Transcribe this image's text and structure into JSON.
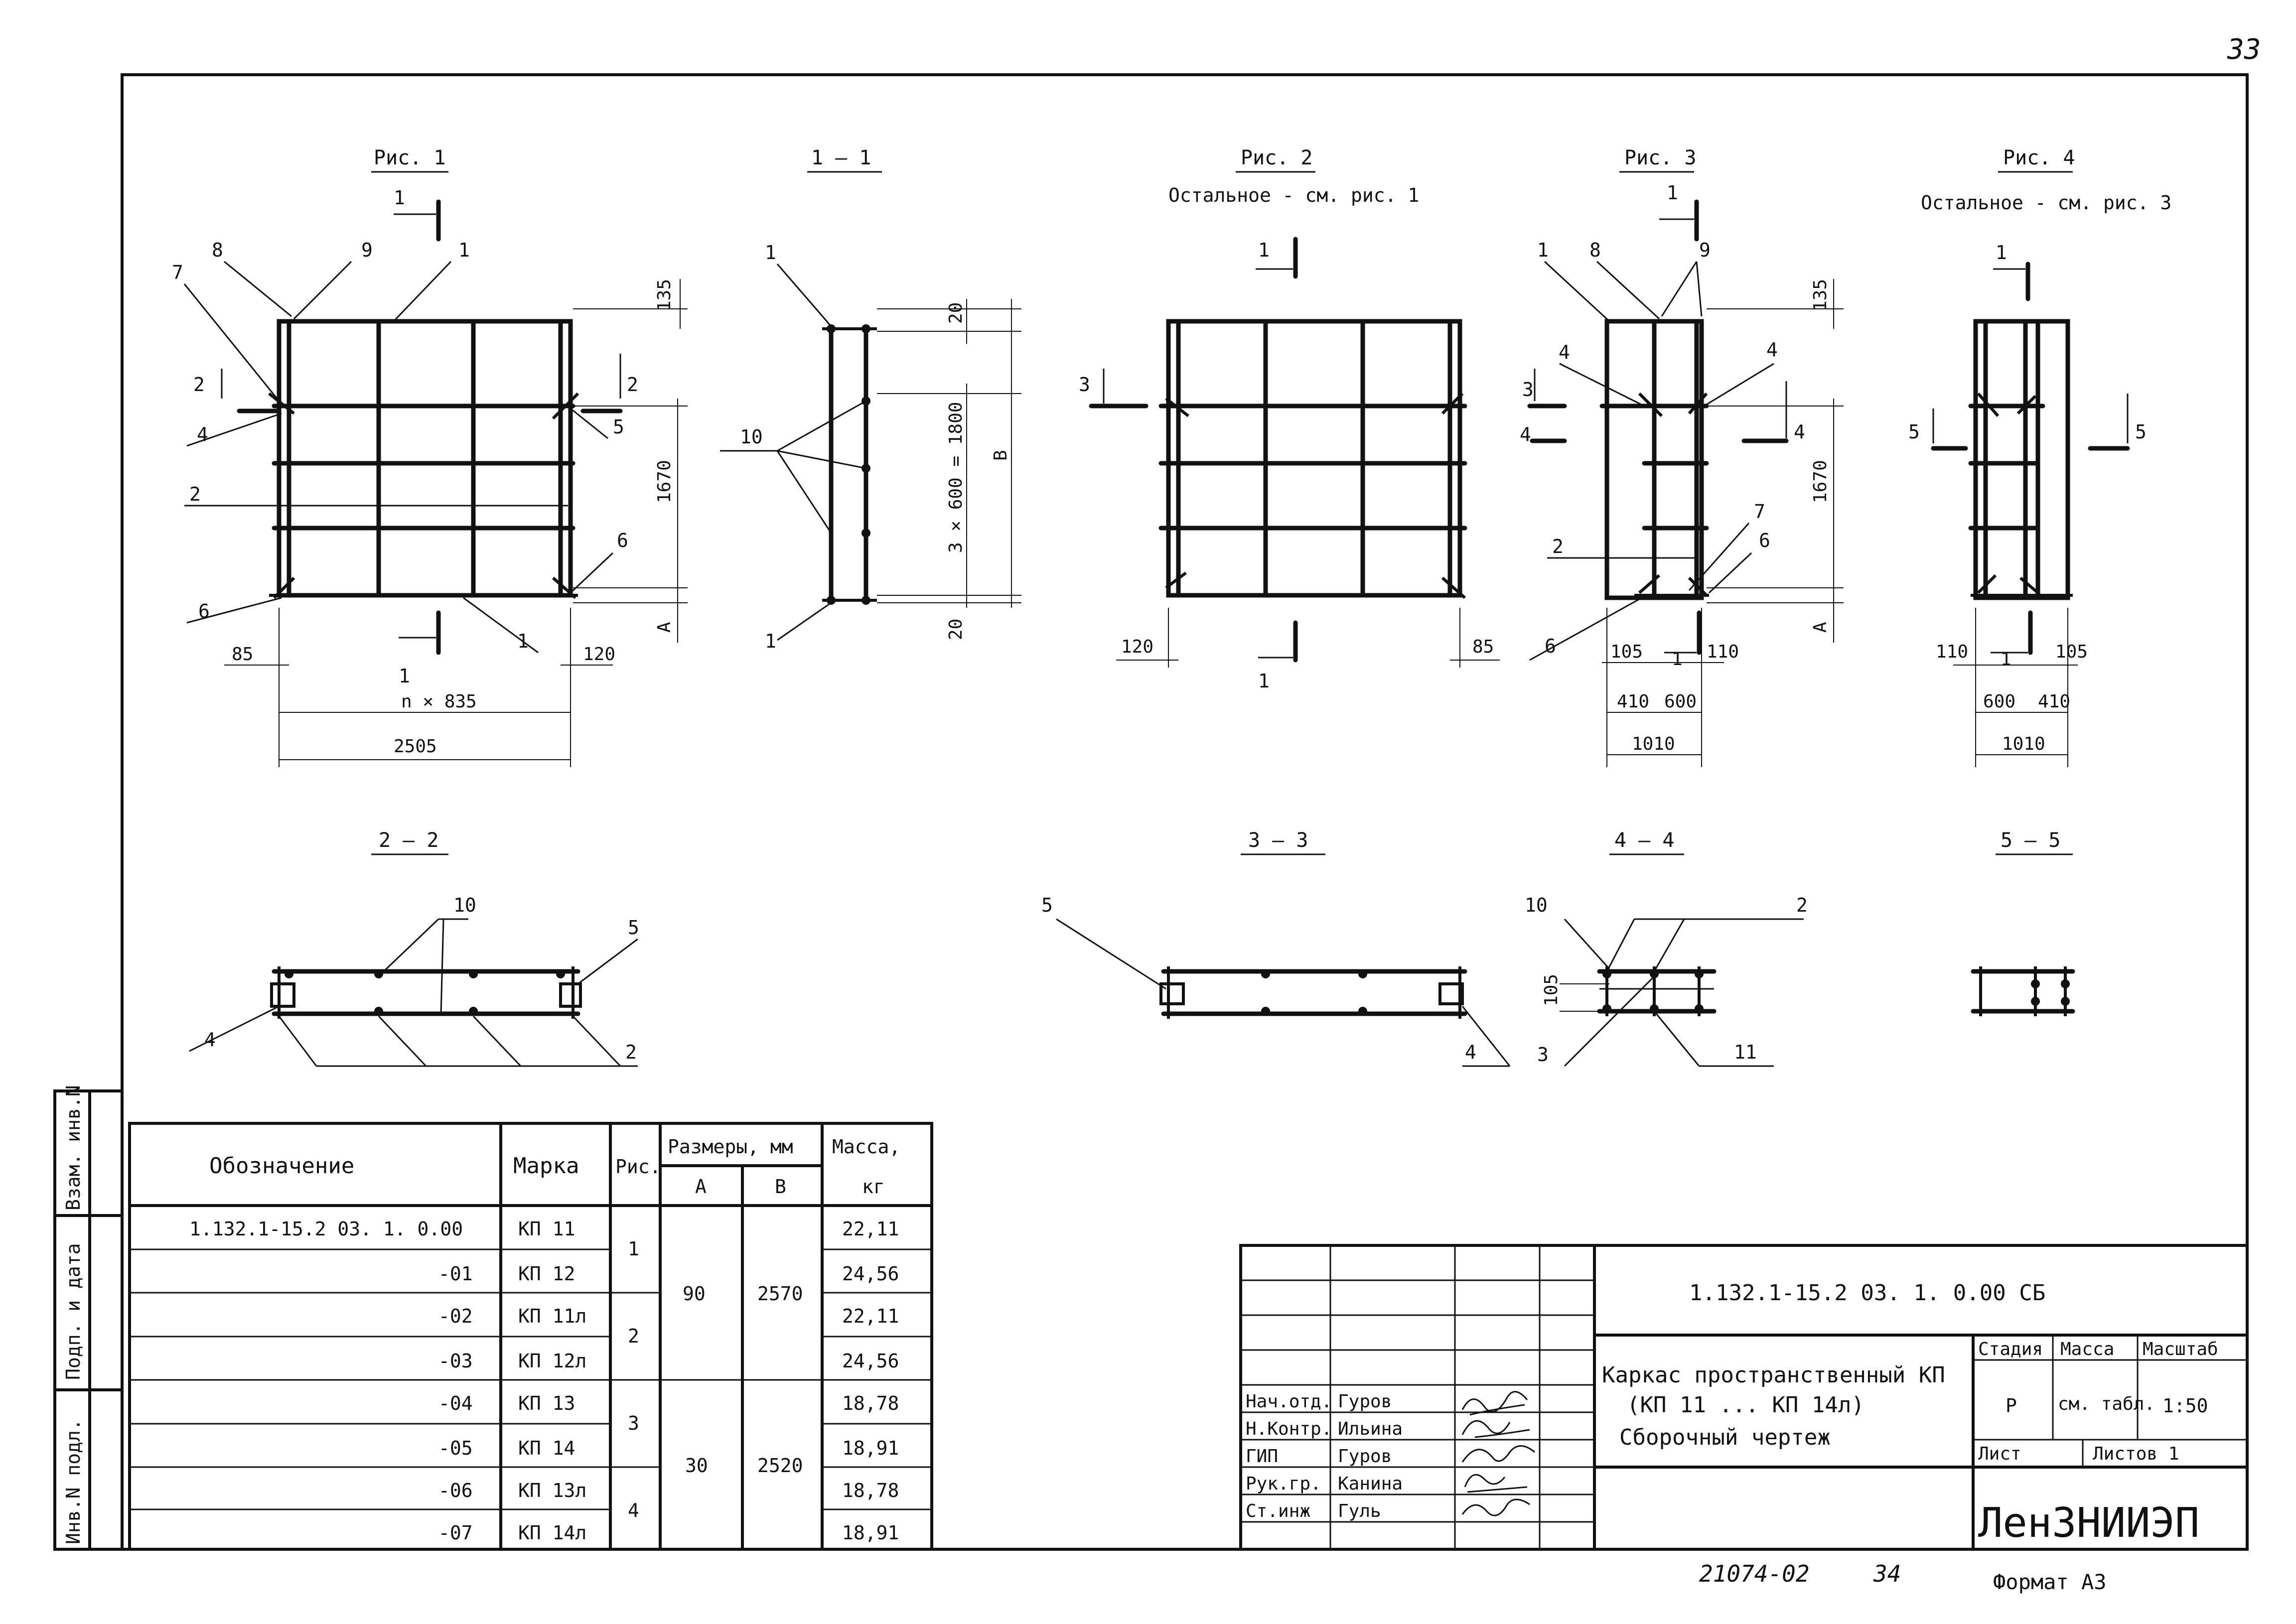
{
  "page_number": "33",
  "figures": {
    "fig1": {
      "title": "Рис. 1",
      "callouts": [
        "8",
        "9",
        "1",
        "7",
        "2",
        "4",
        "5",
        "2",
        "6",
        "6",
        "1",
        "2"
      ],
      "dims": [
        "135",
        "1670",
        "A",
        "85",
        "120",
        "n × 835",
        "2505"
      ],
      "section_mark": "1"
    },
    "sec11": {
      "title": "1 — 1",
      "callouts": [
        "1",
        "10",
        "1"
      ],
      "dims": [
        "20",
        "3 × 600 = 1800",
        "B",
        "20"
      ]
    },
    "fig2": {
      "title": "Рис. 2",
      "subtitle": "Остальное - см. рис. 1",
      "callouts": [
        "3",
        "1",
        "1"
      ],
      "dims": [
        "120",
        "85"
      ]
    },
    "fig3": {
      "title": "Рис. 3",
      "callouts": [
        "1",
        "8",
        "9",
        "1",
        "4",
        "4",
        "3",
        "4",
        "4",
        "2",
        "7",
        "6",
        "6"
      ],
      "dims": [
        "135",
        "1670",
        "A",
        "105",
        "1",
        "110",
        "410",
        "600",
        "1010"
      ]
    },
    "fig4": {
      "title": "Рис. 4",
      "subtitle": "Остальное - см. рис. 3",
      "callouts": [
        "1",
        "5",
        "5"
      ],
      "dims": [
        "110",
        "1",
        "105",
        "600",
        "410",
        "1010"
      ]
    },
    "sec22": {
      "title": "2 — 2",
      "callouts": [
        "10",
        "5",
        "4",
        "2"
      ]
    },
    "sec33": {
      "title": "3 — 3",
      "callouts": [
        "5",
        "4"
      ]
    },
    "sec44": {
      "title": "4 — 4",
      "callouts": [
        "10",
        "2",
        "105",
        "3",
        "11"
      ]
    },
    "sec55": {
      "title": "5 — 5"
    }
  },
  "side_stamps": [
    "Взам. инв.N",
    "Подп. и дата",
    "Инв.N подл."
  ],
  "spec_table": {
    "headers": {
      "designation": "Обозначение",
      "mark": "Марка",
      "fig": "Рис.",
      "sizes": "Размеры, мм",
      "a": "A",
      "b": "B",
      "mass": "Масса,",
      "mass_unit": "кг"
    },
    "rows": [
      {
        "designation": "1.132.1-15.2 03. 1. 0.00",
        "mark": "КП 11",
        "fig": "1",
        "a": "90",
        "b": "2570",
        "mass": "22,11"
      },
      {
        "designation": "-01",
        "mark": "КП 12",
        "fig": "",
        "a": "",
        "b": "",
        "mass": "24,56"
      },
      {
        "designation": "-02",
        "mark": "КП 11л",
        "fig": "2",
        "a": "",
        "b": "",
        "mass": "22,11"
      },
      {
        "designation": "-03",
        "mark": "КП 12л",
        "fig": "",
        "a": "",
        "b": "",
        "mass": "24,56"
      },
      {
        "designation": "-04",
        "mark": "КП 13",
        "fig": "3",
        "a": "30",
        "b": "2520",
        "mass": "18,78"
      },
      {
        "designation": "-05",
        "mark": "КП 14",
        "fig": "",
        "a": "",
        "b": "",
        "mass": "18,91"
      },
      {
        "designation": "-06",
        "mark": "КП 13л",
        "fig": "4",
        "a": "",
        "b": "",
        "mass": "18,78"
      },
      {
        "designation": "-07",
        "mark": "КП 14л",
        "fig": "",
        "a": "",
        "b": "",
        "mass": "18,91"
      }
    ]
  },
  "title_block": {
    "doc_code": "1.132.1-15.2   03. 1. 0.00 СБ",
    "name_line1": "Каркас пространственный КП",
    "name_line2": "(КП 11 ... КП 14л)",
    "name_line3": "Сборочный  чертеж",
    "stage_label": "Стадия",
    "mass_label": "Масса",
    "scale_label": "Масштаб",
    "stage": "Р",
    "mass": "см. табл.",
    "scale": "1:50",
    "sheet_label": "Лист",
    "sheets_label": "Листов 1",
    "org": "ЛенЗНИИЭП",
    "roles": [
      {
        "role": "Нач.отд.",
        "name": "Гуров"
      },
      {
        "role": "Н.Контр.",
        "name": "Ильина"
      },
      {
        "role": "ГИП",
        "name": "Гуров"
      },
      {
        "role": "Рук.гр.",
        "name": "Канина"
      },
      {
        "role": "Ст.инж",
        "name": "Гуль"
      }
    ]
  },
  "footer": {
    "inv": "21074-02",
    "page": "34",
    "format": "Формат А3"
  }
}
